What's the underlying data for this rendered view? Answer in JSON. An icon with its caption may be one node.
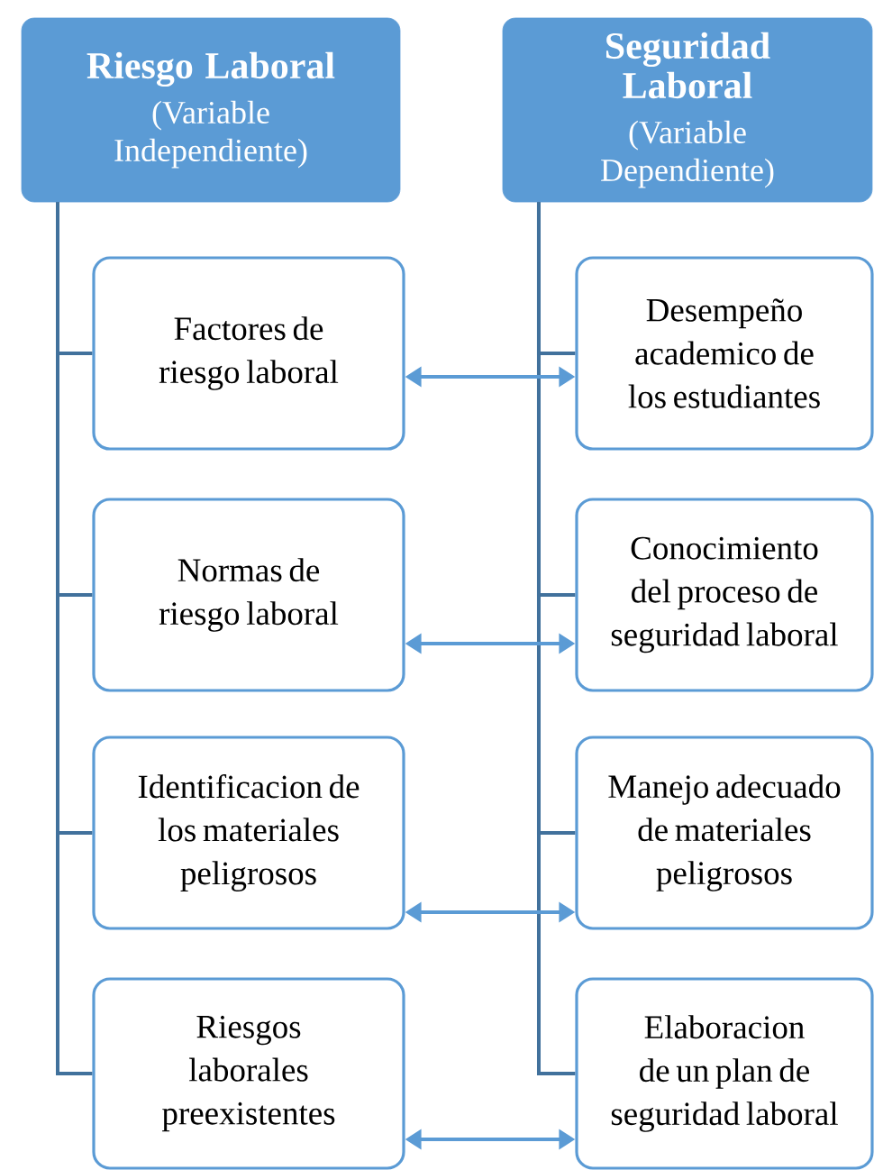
{
  "diagram": {
    "nodes": [
      {
        "text": [
          "Riesgo Laboral",
          "(Variable Independiente)"
        ]
      },
      {
        "text": [
          "Seguridad Laboral",
          "(Variable Dependiente)"
        ]
      },
      {
        "text": [
          "Factores de riesgo laboral"
        ]
      },
      {
        "text": [
          "Normas de riesgo laboral"
        ]
      },
      {
        "text": [
          "Identificacion de los materiales peligrosos"
        ]
      },
      {
        "text": [
          "Riesgos laborales preexistentes"
        ]
      },
      {
        "text": [
          "Desempeño academico de los estudiantes"
        ]
      },
      {
        "text": [
          "Conocimiento del proceso de seguridad laboral"
        ]
      },
      {
        "text": [
          "Manejo adecuado de materiales peligrosos"
        ]
      },
      {
        "text": [
          "Elaboracion de un plan de seguridad laboral"
        ]
      }
    ],
    "edges": [
      {
        "from": 0,
        "to": 2,
        "arrow": "none"
      },
      {
        "from": 0,
        "to": 3,
        "arrow": "none"
      },
      {
        "from": 0,
        "to": 4,
        "arrow": "none"
      },
      {
        "from": 0,
        "to": 5,
        "arrow": "none"
      },
      {
        "from": 1,
        "to": 6,
        "arrow": "none"
      },
      {
        "from": 1,
        "to": 7,
        "arrow": "none"
      },
      {
        "from": 1,
        "to": 8,
        "arrow": "none"
      },
      {
        "from": 1,
        "to": 9,
        "arrow": "none"
      },
      {
        "from": 2,
        "to": 6,
        "arrow": "both",
        "color": "#5b9bd5"
      },
      {
        "from": 3,
        "to": 7,
        "arrow": "both",
        "color": "#5b9bd5"
      },
      {
        "from": 4,
        "to": 8,
        "arrow": "both",
        "color": "#5b9bd5"
      },
      {
        "from": 5,
        "to": 9,
        "arrow": "both",
        "color": "#5b9bd5"
      }
    ]
  }
}
